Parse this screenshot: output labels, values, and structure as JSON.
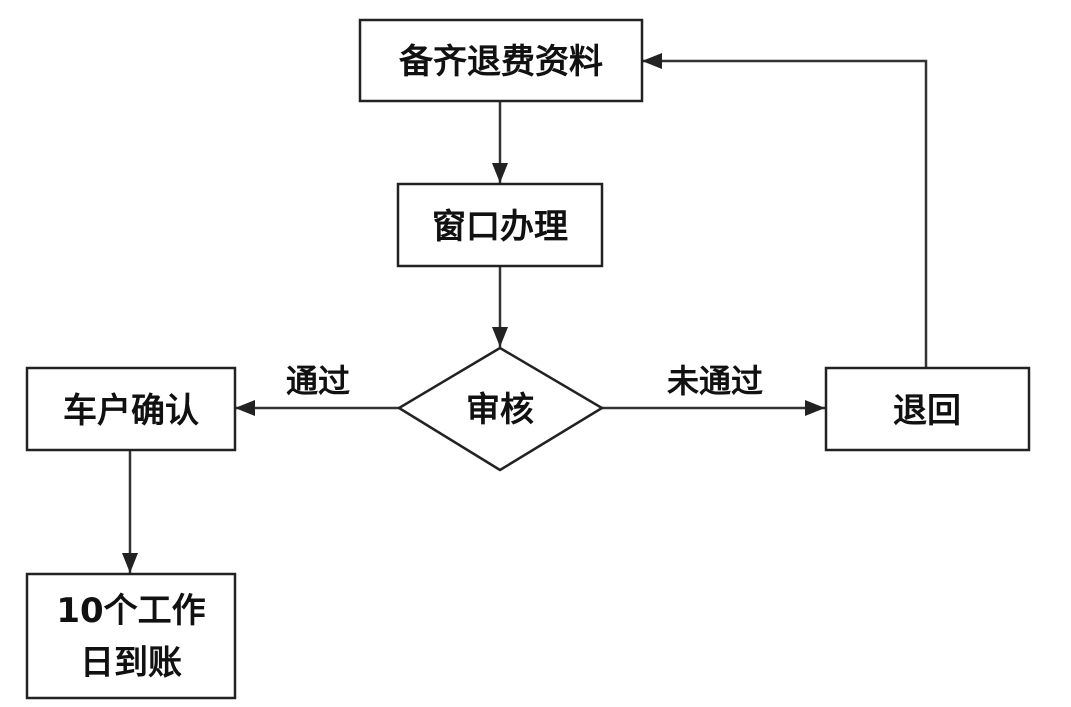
{
  "nodes": {
    "prepare": "备齐退费资料",
    "window": "窗口办理",
    "review": "审核",
    "confirm": "车户确认",
    "refund_line1": "10个工作",
    "refund_line2": "日到账",
    "return": "退回"
  },
  "edges": {
    "pass": "通过",
    "fail": "未通过"
  }
}
